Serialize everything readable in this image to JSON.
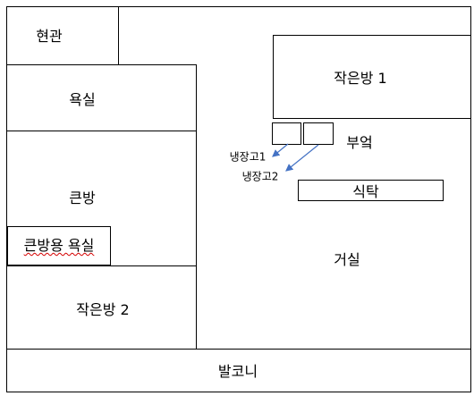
{
  "rooms": {
    "entrance": "현관",
    "bathroom": "욕실",
    "master_bedroom": "큰방",
    "master_bathroom": "큰방용 욕실",
    "small_room_2": "작은방 2",
    "small_room_1": "작은방 1",
    "storage": "부엌",
    "dining_table": "식탁",
    "living_room": "거실",
    "balcony": "발코니"
  },
  "appliances": {
    "fridge_1": "냉장고1",
    "fridge_2": "냉장고2"
  },
  "colors": {
    "arrow": "#4472C4",
    "spellcheck_underline": "#d40000"
  }
}
